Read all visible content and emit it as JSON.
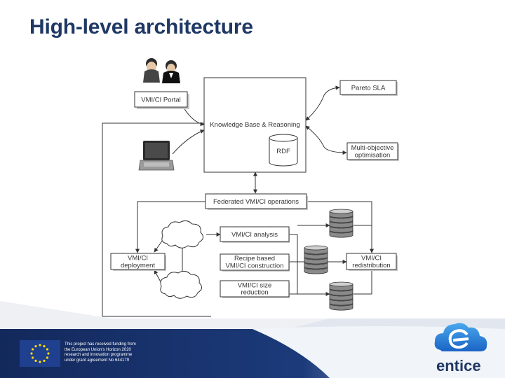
{
  "title": "High-level architecture",
  "nodes": {
    "portal": "VMI/CI Portal",
    "kb": "Knowledge Base & Reasoning",
    "rdf": "RDF",
    "pareto": "Pareto SLA",
    "moo_1": "Multi-objective",
    "moo_2": "optimisation",
    "federated": "Federated VMI/CI operations",
    "analysis": "VMI/CI analysis",
    "deployment_1": "VMI/CI",
    "deployment_2": "deployment",
    "recipe_1": "Recipe based",
    "recipe_2": "VMI/CI construction",
    "redistribution_1": "VMI/CI",
    "redistribution_2": "redistribution",
    "size_1": "VMI/CI size",
    "size_2": "reduction"
  },
  "footer": {
    "funding_lines": [
      "This project has received funding from",
      "the European Union's Horizon 2020",
      "research and innovation programme",
      "under grant agreement No 644179"
    ],
    "brand": "entice",
    "colors": {
      "eu_blue": "#1f3f8f",
      "eu_star": "#ffdd00",
      "band": "#16306a",
      "logo_blue": "#1a74d0",
      "brand_text": "#1f3864"
    }
  }
}
